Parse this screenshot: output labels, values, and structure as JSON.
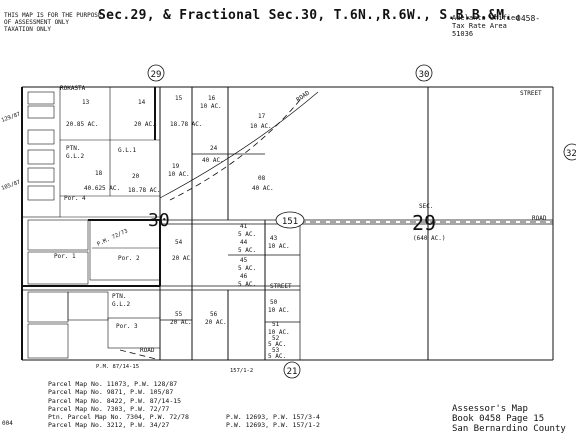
{
  "header": {
    "title": "Sec.29, & Fractional Sec.30, T.6N.,R.6W., S.B.B.&M.",
    "disclaimer_lines": [
      "THIS MAP IS FOR THE PURPOSE",
      "OF ASSESSMENT ONLY",
      "TAXATION ONLY"
    ],
    "tra_lines": [
      "Adelanto Unified",
      "Tax Rate Area",
      "51036"
    ],
    "map_number": "0458-"
  },
  "sections": {
    "sec29_bubble": "29",
    "sec30_bubble": "30",
    "sec21_bubble": "21",
    "sec32_bubble": "32",
    "big_29": "29",
    "big_30": "30",
    "sec_label": "SEC.",
    "sec_acres": "(640 AC.)",
    "route_bubble": "151"
  },
  "roads": {
    "top_road": "STREET",
    "middle_road": "ROAD",
    "diagonal_road": "ROAD",
    "lower_street": "STREET",
    "bottom_road": "ROAD",
    "rokasta": "ROKASTA"
  },
  "parcels": [
    {
      "num": "13",
      "acres": "20.85 AC."
    },
    {
      "num": "14",
      "acres": "20 AC."
    },
    {
      "num": "15",
      "acres": "18.78 AC."
    },
    {
      "num": "16",
      "acres": "10 AC."
    },
    {
      "num": "17",
      "acres": "10 AC."
    },
    {
      "num": "18",
      "acres": "40.625 AC."
    },
    {
      "num": "19",
      "acres": "10 AC."
    },
    {
      "num": "20",
      "acres": "18.78 AC."
    },
    {
      "num": "24",
      "acres": "40 AC."
    },
    {
      "num": "08",
      "acres": "40 AC."
    },
    {
      "num": "41",
      "acres": "5 AC."
    },
    {
      "num": "43",
      "acres": "10 AC."
    },
    {
      "num": "44",
      "acres": "5 AC."
    },
    {
      "num": "45",
      "acres": "5 AC."
    },
    {
      "num": "46",
      "acres": "5 AC."
    },
    {
      "num": "50",
      "acres": "10 AC."
    },
    {
      "num": "51",
      "acres": "10 AC."
    },
    {
      "num": "52",
      "acres": "5 AC."
    },
    {
      "num": "53",
      "acres": "5 AC."
    },
    {
      "num": "54",
      "acres": "20 AC."
    },
    {
      "num": "55",
      "acres": "20 AC."
    },
    {
      "num": "56",
      "acres": "20 AC."
    }
  ],
  "plot_labels": {
    "gl1": "G.L.1",
    "gl2": "G.L.2",
    "gl2b": "G.L.2",
    "ptn1": "PTN.",
    "ptn2": "PTN.",
    "por1": "Por. 1",
    "por2": "Por. 2",
    "por3": "Por. 3",
    "por4": "Por. 4",
    "pm_1": "P.M. 72/73",
    "pm_2": "P.M. 87/14-15",
    "lot_105": "105/87",
    "lot_129": "129/87",
    "lot_157": "157/1-2"
  },
  "parcel_maps": [
    "Parcel Map No. 11073, P.W. 128/87",
    "Parcel Map No. 9871,  P.W. 105/87",
    "Parcel Map No. 8422,  P.W. 87/14-15",
    "Parcel Map No. 7303,  P.W. 72/77",
    "Ptn. Parcel Map No. 7304, P.W. 72/78",
    "Parcel Map No. 3212,  P.W. 34/27"
  ],
  "parcel_maps_right": [
    "P.W. 12693,  P.W. 157/3-4",
    "P.W. 12693,  P.W. 157/1-2"
  ],
  "footer": {
    "lines": [
      "Assessor's Map",
      "Book 0458 Page 15",
      "San Bernardino County"
    ],
    "corner_code": "004"
  }
}
